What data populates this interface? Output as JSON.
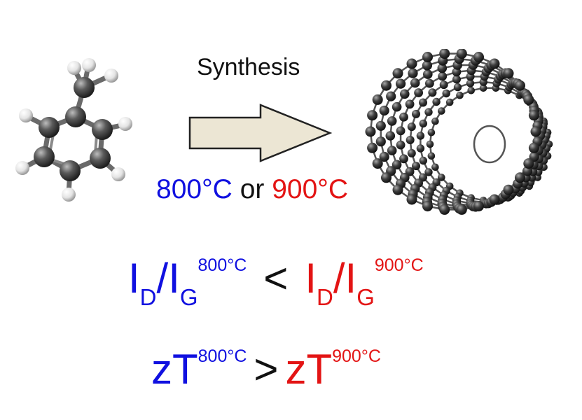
{
  "reaction": {
    "label": "Synthesis",
    "temp_low": "800°C",
    "connector": "or",
    "temp_high": "900°C"
  },
  "relation_1": {
    "left": {
      "numerator": "I",
      "numerator_sub": "D",
      "slash": "/",
      "denominator": "I",
      "denominator_sub": "G",
      "sup": "800°C"
    },
    "operator": "<",
    "right": {
      "numerator": "I",
      "numerator_sub": "D",
      "slash": "/",
      "denominator": "I",
      "denominator_sub": "G",
      "sup": "900°C"
    }
  },
  "relation_2": {
    "left": {
      "base": "zT",
      "sup": "800°C"
    },
    "operator": ">",
    "right": {
      "base": "zT",
      "sup": "900°C"
    }
  },
  "colors": {
    "low_temp": "#1010e0",
    "high_temp": "#e31414",
    "arrow_fill": "#ece6d4",
    "atom_carbon": "#4a4a4a",
    "atom_hydrogen": "#f2f2f2"
  },
  "icons": {
    "precursor": "toluene-molecule-icon",
    "process": "process-arrow-icon",
    "product": "carbon-nanotube-icon"
  }
}
